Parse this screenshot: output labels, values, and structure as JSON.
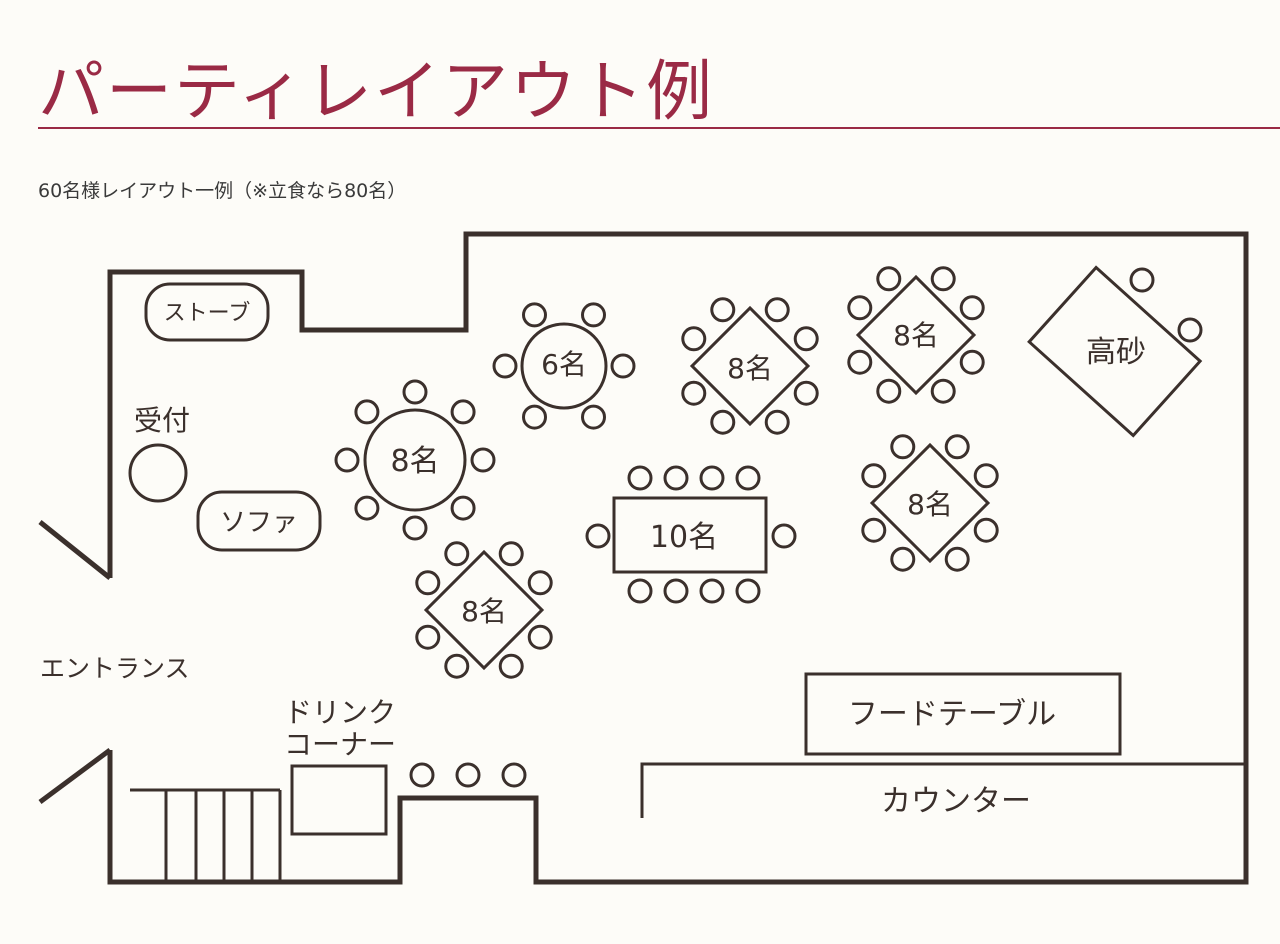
{
  "page": {
    "title": "パーティレイアウト例",
    "subtitle": "60名様レイアウト一例（※立食なら80名）"
  },
  "colors": {
    "title": "#9a2a45",
    "line": "#3b302c",
    "background": "#fdfcf8",
    "subtitle": "#3a3a3a"
  },
  "labels": {
    "stove": "ストーブ",
    "reception": "受付",
    "sofa": "ソファ",
    "entrance": "エントランス",
    "drink_corner_line1": "ドリンク",
    "drink_corner_line2": "コーナー",
    "food_table": "フードテーブル",
    "counter": "カウンター",
    "head_table": "高砂"
  },
  "tables": {
    "round_6": "6名",
    "round_8": "8名",
    "square_8_top_center": "8名",
    "square_8_top_right": "8名",
    "square_8_mid_right": "8名",
    "square_8_bottom_left": "8名",
    "long_10": "10名"
  }
}
